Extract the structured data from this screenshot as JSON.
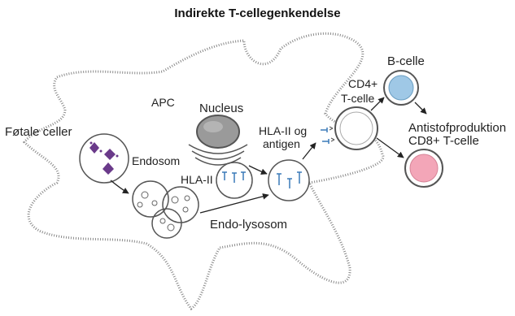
{
  "title": "Indirekte T-cellegenkendelse",
  "labels": {
    "apc": "APC",
    "fetal_cells": "Føtale celler",
    "endosome": "Endosom",
    "nucleus": "Nucleus",
    "hla_ii": "HLA-II",
    "hla_ii_antigen_line1": "HLA-II og",
    "hla_ii_antigen_line2": "antigen",
    "endo_lysosome": "Endo-lysosom",
    "cd4_line1": "CD4+",
    "cd4_line2": "T-celle",
    "b_cell": "B-celle",
    "antibody": "Antistofproduktion",
    "cd8": "CD8+ T-celle"
  },
  "colors": {
    "outline": "#8a8a8a",
    "nucleus_fill": "#9a9a9a",
    "fetal_cell": "#6a3a8a",
    "b_cell": "#9fc8e6",
    "cd8_cell": "#f3a6b8",
    "hla": "#3a7ab8",
    "arrow": "#222222"
  }
}
